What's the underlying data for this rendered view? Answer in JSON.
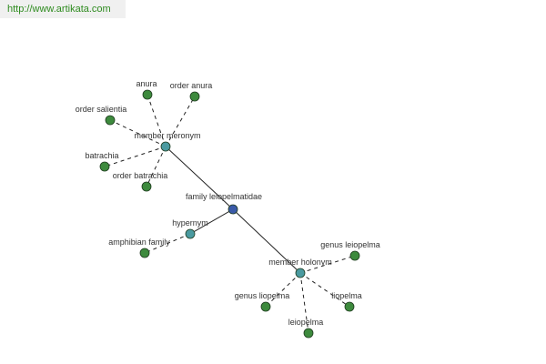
{
  "url": "http://www.artikata.com",
  "colors": {
    "center": "#3a5aa8",
    "relation": "#4a9aa0",
    "leaf": "#3d8a3d",
    "url_text": "#2e8b1f"
  },
  "graph": {
    "center": {
      "id": "family",
      "label": "family leiopelmatidae"
    },
    "relations": [
      {
        "id": "meronym",
        "label": "member meronym"
      },
      {
        "id": "hypernym",
        "label": "hypernym"
      },
      {
        "id": "holonym",
        "label": "member holonym"
      }
    ],
    "leaves": [
      {
        "id": "anura",
        "parent": "meronym",
        "label": "anura"
      },
      {
        "id": "order-anura",
        "parent": "meronym",
        "label": "order anura"
      },
      {
        "id": "order-salientia",
        "parent": "meronym",
        "label": "order salientia"
      },
      {
        "id": "batrachia",
        "parent": "meronym",
        "label": "batrachia"
      },
      {
        "id": "order-batrachia",
        "parent": "meronym",
        "label": "order batrachia"
      },
      {
        "id": "amphibian-family",
        "parent": "hypernym",
        "label": "amphibian family"
      },
      {
        "id": "genus-leiopelma",
        "parent": "holonym",
        "label": "genus leiopelma"
      },
      {
        "id": "genus-liopelma",
        "parent": "holonym",
        "label": "genus liopelma"
      },
      {
        "id": "liopelma",
        "parent": "holonym",
        "label": "liopelma"
      },
      {
        "id": "leiopelma",
        "parent": "holonym",
        "label": "leiopelma"
      }
    ]
  }
}
